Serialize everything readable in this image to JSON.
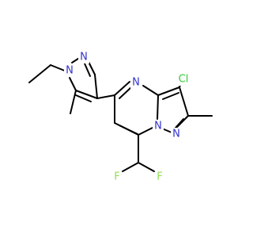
{
  "molecule": {
    "atoms": [
      {
        "id": "a_cl",
        "element": "Cl",
        "text": "Cl",
        "color": "#33cc33"
      },
      {
        "id": "a_n_pz_ring",
        "element": "N",
        "text": "N",
        "color": "#3333cc"
      },
      {
        "id": "a_n_pz_bridge",
        "element": "N",
        "text": "N",
        "color": "#3333cc"
      },
      {
        "id": "a_n_pyrimidine",
        "element": "N",
        "text": "N",
        "color": "#3333cc"
      },
      {
        "id": "a_n1_ethyl",
        "element": "N",
        "text": "N",
        "color": "#3333cc"
      },
      {
        "id": "a_n2_pyrazole",
        "element": "N",
        "text": "N",
        "color": "#3333cc"
      },
      {
        "id": "a_f_left",
        "element": "F",
        "text": "F",
        "color": "#90e050"
      },
      {
        "id": "a_f_right",
        "element": "F",
        "text": "F",
        "color": "#90e050"
      }
    ]
  }
}
